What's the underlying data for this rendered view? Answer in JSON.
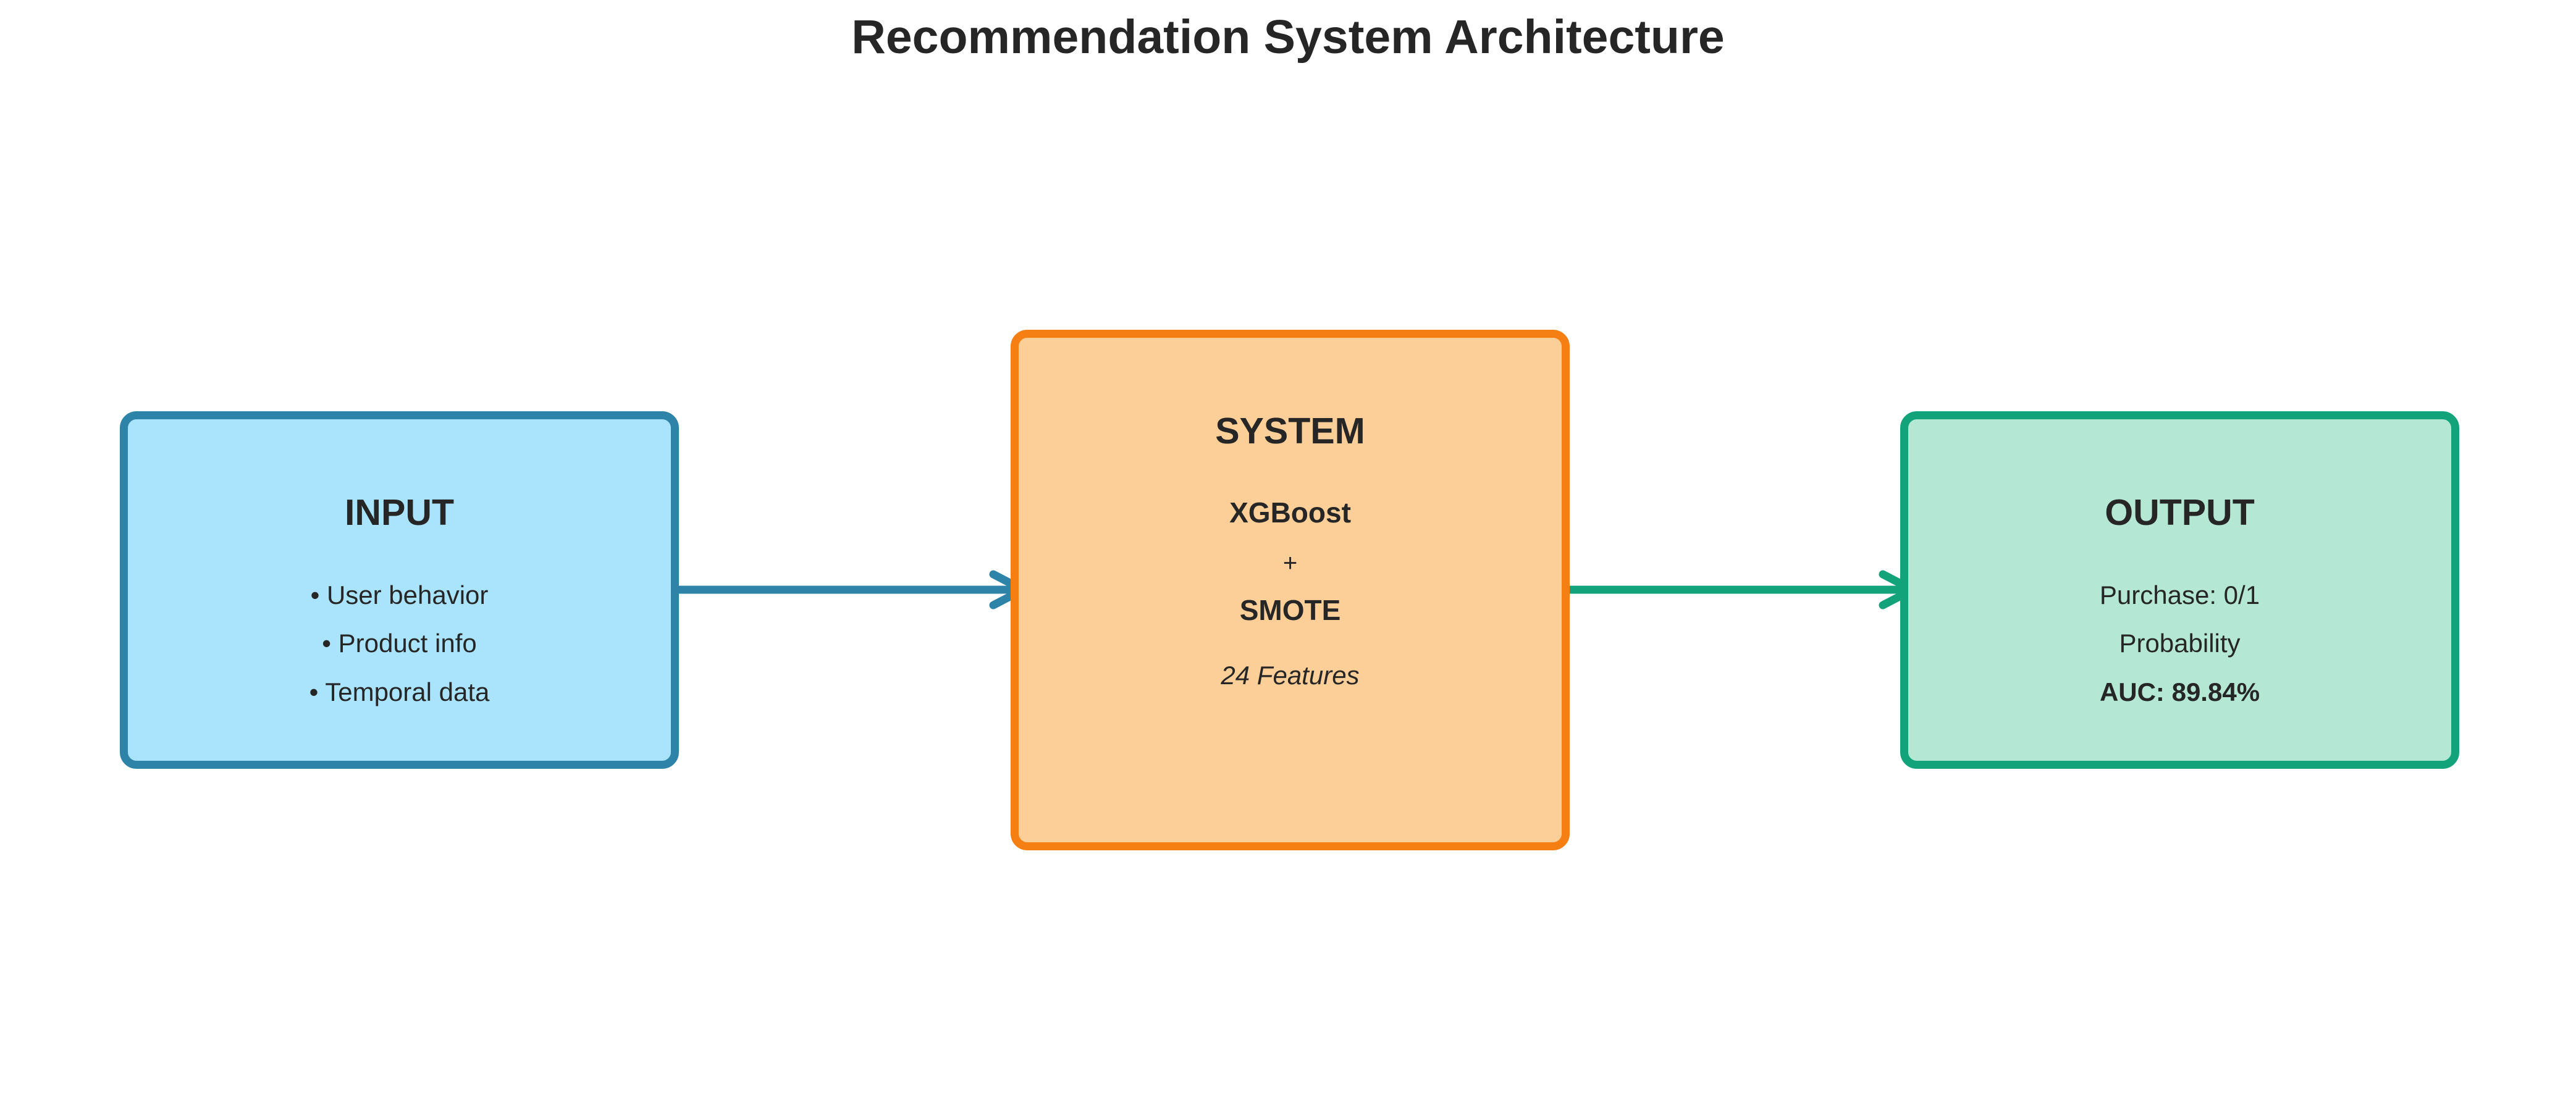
{
  "title": "Recommendation System Architecture",
  "colors": {
    "input_fill": "#aae4fc",
    "input_border": "#2e84a8",
    "system_fill": "#fccf98",
    "system_border": "#f67f14",
    "output_fill": "#b4e8d4",
    "output_border": "#12a37b",
    "arrow_input_system": "#2e84a8",
    "arrow_system_output": "#12a37b",
    "text": "#262626"
  },
  "input": {
    "heading": "INPUT",
    "items": [
      "• User behavior",
      "• Product info",
      "• Temporal data"
    ]
  },
  "system": {
    "heading": "SYSTEM",
    "model": "XGBoost",
    "plus": "+",
    "sampling": "SMOTE",
    "features": "24 Features"
  },
  "output": {
    "heading": "OUTPUT",
    "items": [
      "Purchase: 0/1",
      "Probability"
    ],
    "metric": "AUC: 89.84%"
  }
}
